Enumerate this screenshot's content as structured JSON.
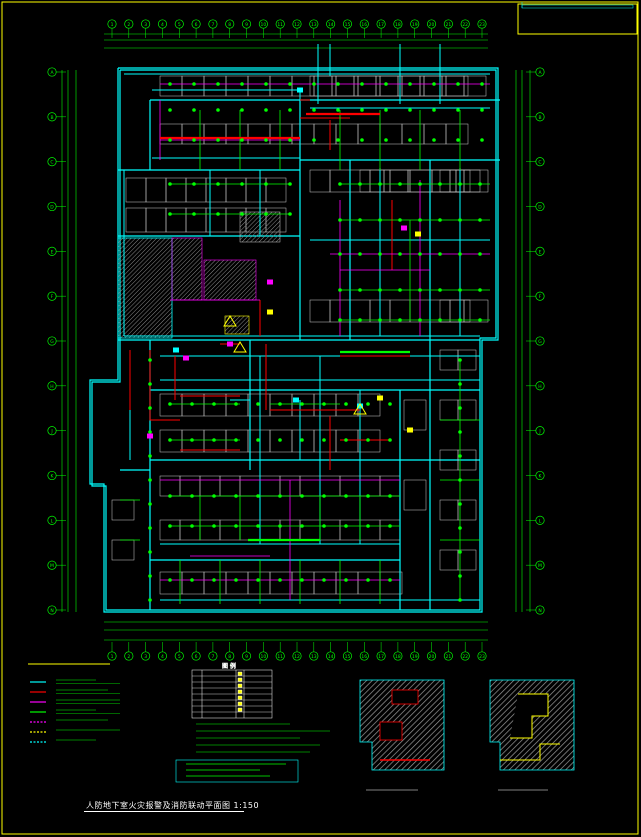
{
  "drawing": {
    "title": "人防地下室火灾报警及消防联动平面图",
    "scale": "1:150",
    "colors": {
      "background": "#000000",
      "frame": "#ffff00",
      "wall": "#00ffff",
      "bus_green": "#00ff00",
      "bus_red": "#ff0000",
      "bus_magenta": "#ff00ff",
      "bus_yellow": "#ffff00",
      "bus_cyan": "#00ffff",
      "dimension": "#00ff00",
      "hatch": "#808080",
      "text": "#ffffff"
    },
    "legend_table_title": "图 例",
    "legend_items": [
      {
        "color": "#00ffff",
        "style": "solid"
      },
      {
        "color": "#ff0000",
        "style": "solid"
      },
      {
        "color": "#ff00ff",
        "style": "solid"
      },
      {
        "color": "#00ff00",
        "style": "solid"
      },
      {
        "color": "#ff00ff",
        "style": "dashed"
      },
      {
        "color": "#ffff00",
        "style": "dashed"
      },
      {
        "color": "#00ffff",
        "style": "dashed"
      }
    ],
    "axis_numbers_top": [
      "1",
      "2",
      "3",
      "4",
      "5",
      "6",
      "7",
      "8",
      "9",
      "10",
      "11",
      "12",
      "13",
      "14",
      "15",
      "16",
      "17",
      "18",
      "19",
      "20",
      "21",
      "22",
      "23"
    ],
    "axis_letters_side": [
      "A",
      "B",
      "C",
      "D",
      "E",
      "F",
      "G",
      "H",
      "J",
      "K",
      "L",
      "M",
      "N"
    ]
  }
}
